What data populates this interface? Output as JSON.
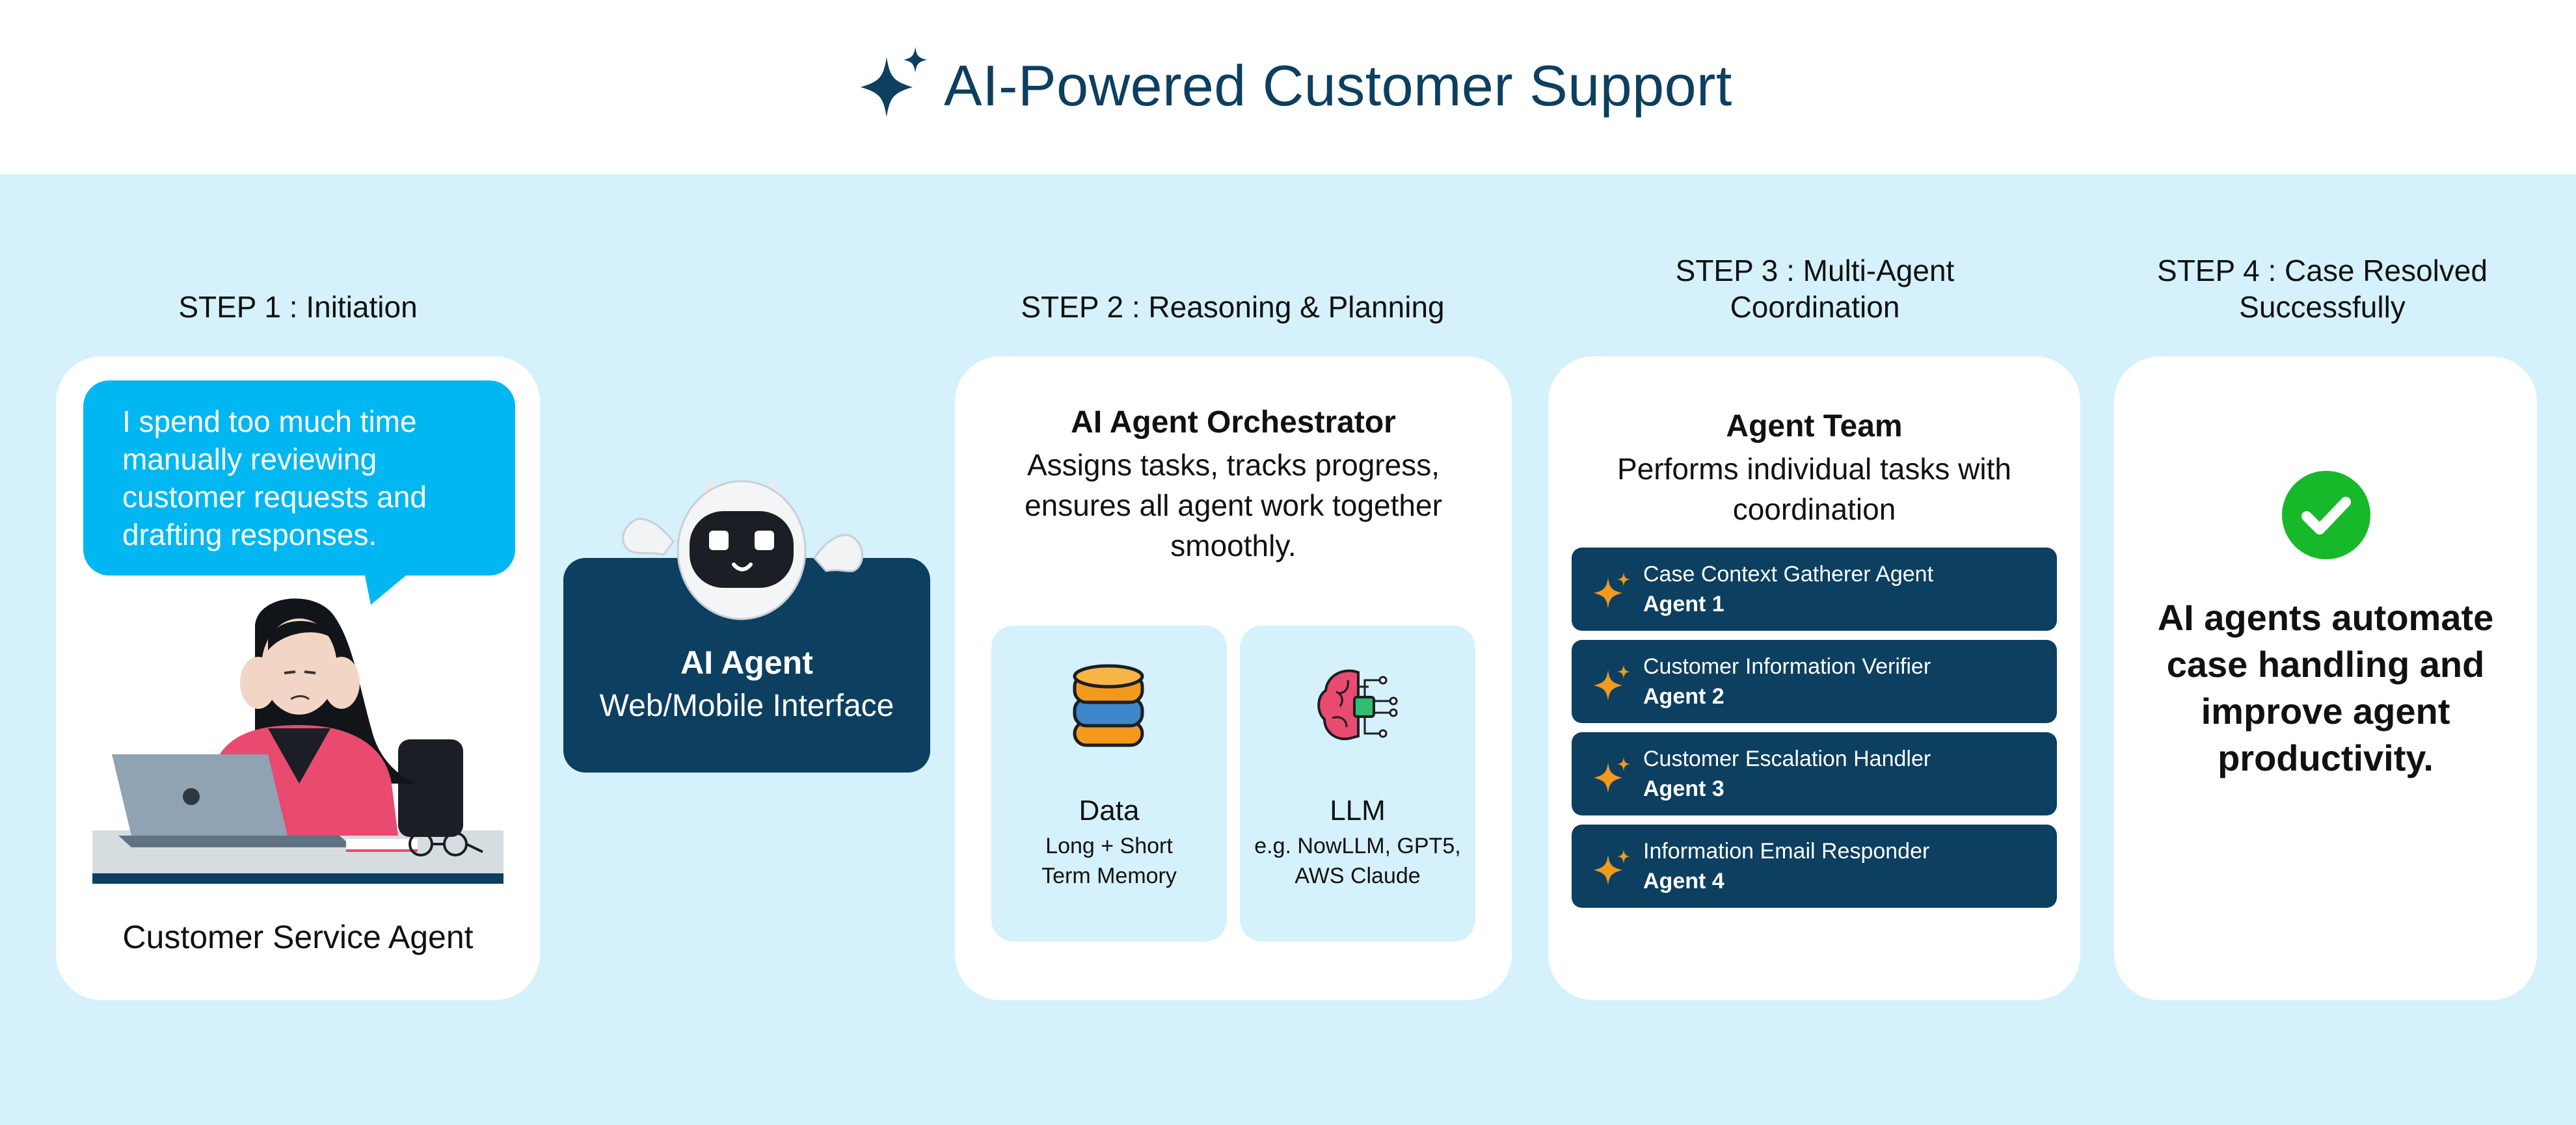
{
  "title": "AI-Powered Customer Support",
  "colors": {
    "navy": "#0c3f60",
    "band": "#d5f1fb",
    "bubble": "#00b7f1",
    "check": "#17b82a",
    "sparkle": "#f39a1c"
  },
  "step1": {
    "label": "STEP 1 : Initiation",
    "quote": "I spend too much time manually reviewing customer requests and drafting responses.",
    "caption": "Customer Service Agent"
  },
  "ai_agent": {
    "title": "AI Agent",
    "subtitle": "Web/Mobile Interface"
  },
  "step2": {
    "label": "STEP 2 : Reasoning & Planning",
    "title": "AI Agent Orchestrator",
    "description": "Assigns tasks, tracks progress, ensures all agent work together smoothly.",
    "data": {
      "title": "Data",
      "line1": "Long + Short",
      "line2": "Term Memory"
    },
    "llm": {
      "title": "LLM",
      "line1": "e.g. NowLLM, GPT5,",
      "line2": "AWS Claude"
    }
  },
  "step3": {
    "label_line1": "STEP 3 : Multi-Agent",
    "label_line2": "Coordination",
    "title": "Agent Team",
    "description": "Performs individual tasks with coordination",
    "agents": [
      {
        "name": "Case Context Gatherer Agent",
        "number": "Agent 1"
      },
      {
        "name": "Customer Information Verifier",
        "number": "Agent 2"
      },
      {
        "name": "Customer Escalation Handler",
        "number": "Agent 3"
      },
      {
        "name": "Information Email Responder",
        "number": "Agent 4"
      }
    ]
  },
  "step4": {
    "label_line1": "STEP 4 : Case Resolved",
    "label_line2": "Successfully",
    "result": "AI agents automate case handling and improve agent productivity."
  }
}
